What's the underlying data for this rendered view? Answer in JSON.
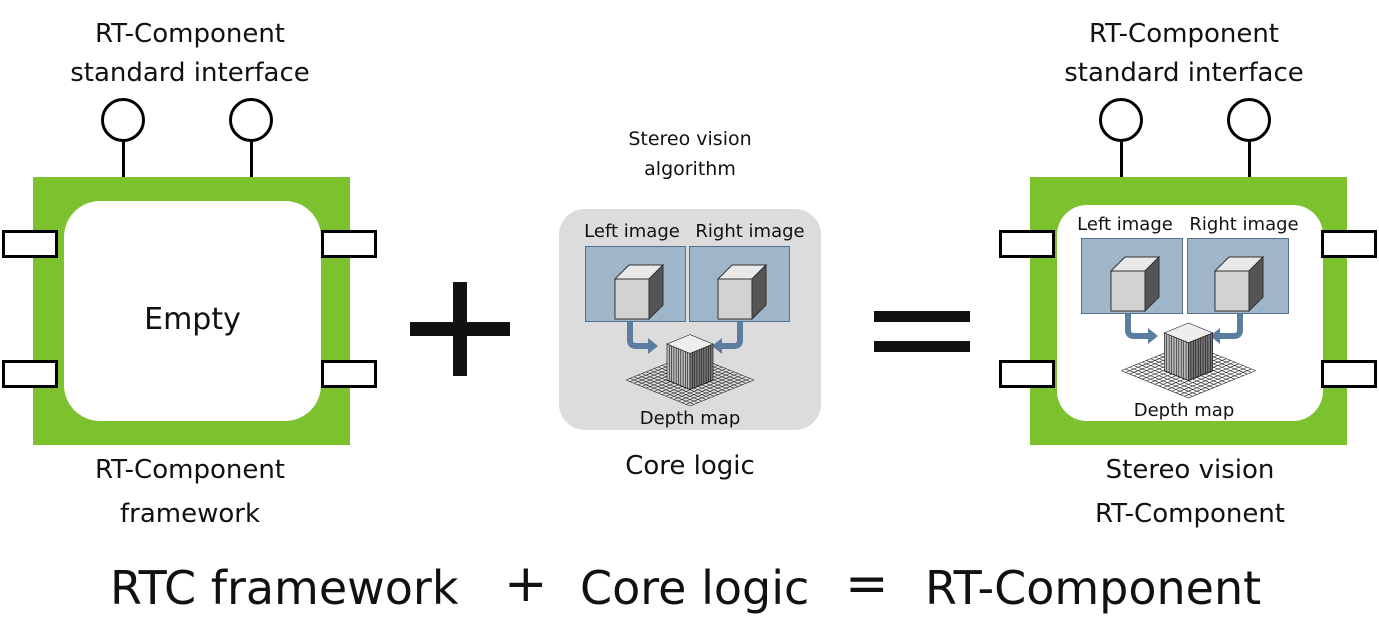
{
  "colors": {
    "green": "#7cc22f",
    "panel": "#9fb6c8",
    "core_bg": "#dcdcdc",
    "arrow": "#5d7da0"
  },
  "left_component": {
    "interface_label_line1": "RT-Component",
    "interface_label_line2": "standard interface",
    "inner_text": "Empty",
    "caption_line1": "RT-Component",
    "caption_line2": "framework"
  },
  "plus_symbol": "+",
  "equals_symbol": "=",
  "core_logic": {
    "title_line1": "Stereo vision",
    "title_line2": "algorithm",
    "left_image_label": "Left image",
    "right_image_label": "Right image",
    "depth_map_label": "Depth map",
    "caption": "Core logic"
  },
  "right_component": {
    "interface_label_line1": "RT-Component",
    "interface_label_line2": "standard interface",
    "left_image_label": "Left image",
    "right_image_label": "Right image",
    "depth_map_label": "Depth map",
    "caption_line1": "Stereo vision",
    "caption_line2": "RT-Component"
  },
  "formula": {
    "part1": "RTC framework",
    "op1": "+",
    "part2": "Core logic",
    "op2": "=",
    "part3": "RT-Component"
  }
}
